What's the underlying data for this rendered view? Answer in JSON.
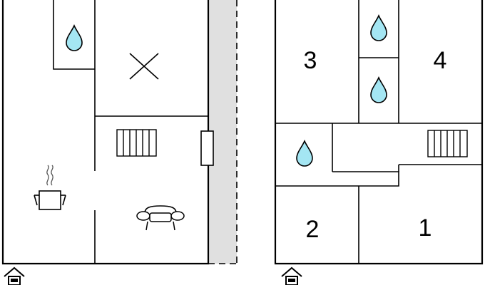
{
  "floors": [
    {
      "id": "ground",
      "rooms": [
        {
          "key": "bathroom",
          "icon": "water-drop-icon"
        },
        {
          "key": "open-room",
          "icon": "cross-mark-icon"
        },
        {
          "key": "stairs",
          "icon": "stairs-icon"
        },
        {
          "key": "kitchen",
          "icon": "cooking-pot-icon"
        },
        {
          "key": "living-room",
          "icon": "sofa-icon"
        }
      ],
      "entrance_icon": "entrance-house-icon"
    },
    {
      "id": "upper",
      "rooms": [
        {
          "key": "bedroom-3",
          "label": "3"
        },
        {
          "key": "bedroom-4",
          "label": "4"
        },
        {
          "key": "bedroom-2",
          "label": "2"
        },
        {
          "key": "bedroom-1",
          "label": "1"
        },
        {
          "key": "bathroom-top",
          "icon": "water-drop-icon"
        },
        {
          "key": "bathroom-middle",
          "icon": "water-drop-icon"
        },
        {
          "key": "bathroom-left",
          "icon": "water-drop-icon"
        },
        {
          "key": "stairs",
          "icon": "stairs-icon"
        }
      ],
      "entrance_icon": "entrance-house-icon"
    }
  ],
  "colors": {
    "wall": "#000000",
    "water": "#a4e6f3",
    "terrace": "#e0e0e0",
    "background": "#ffffff"
  }
}
